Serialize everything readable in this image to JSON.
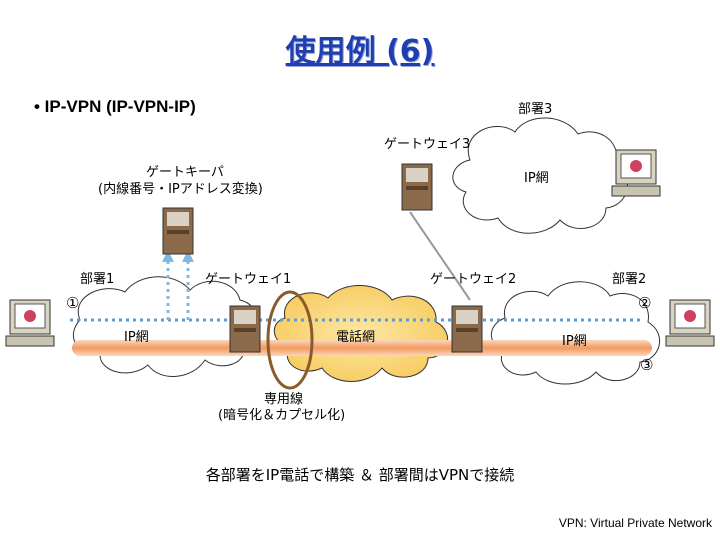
{
  "title": "使用例 (6)",
  "bullet": "• IP-VPN (IP-VPN-IP)",
  "labels": {
    "dept3": "部署3",
    "gateway3": "ゲートウェイ3",
    "gatekeeper": "ゲートキーパ",
    "gatekeeper_sub": "(内線番号・IPアドレス変換)",
    "ipnet_top": "IP網",
    "dept1": "部署1",
    "gateway1": "ゲートウェイ1",
    "gateway2": "ゲートウェイ2",
    "dept2": "部署2",
    "mark1": "①",
    "mark2": "②",
    "mark3": "③",
    "ipnet_left": "IP網",
    "phone_net": "電話網",
    "ipnet_right": "IP網",
    "leased": "専用線",
    "leased_sub": "(暗号化＆カプセル化)"
  },
  "footer": "各部署をIP電話で構築 ＆ 部署間はVPNで接続",
  "note": "VPN: Virtual Private Network",
  "colors": {
    "title": "#1f3fb0",
    "dotted": "#5b9bd5",
    "tunnel": "#f4a36c",
    "ring": "#8b5a2b"
  }
}
